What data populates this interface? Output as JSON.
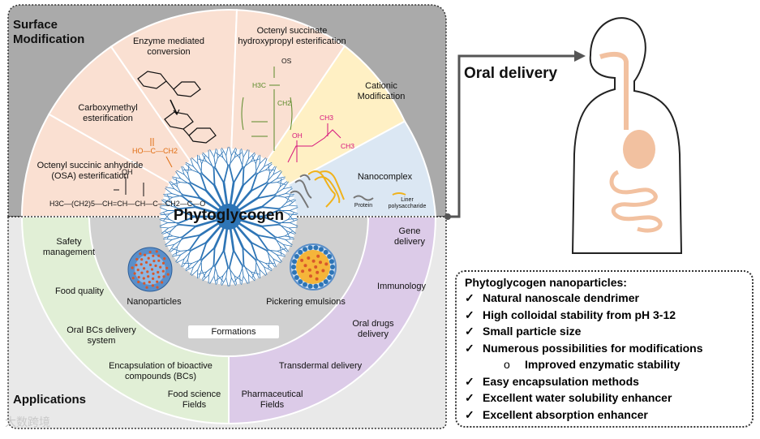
{
  "center_label": "Phytoglycogen",
  "surface": {
    "title_line1": "Surface",
    "title_line2": "Modification",
    "segments": {
      "osa": [
        "Octenyl succinic anhydride",
        "(OSA) esterification"
      ],
      "carboxymethyl": [
        "Carboxymethyl",
        "esterification"
      ],
      "enzyme": [
        "Enzyme mediated",
        "conversion"
      ],
      "hydroxypropyl": [
        "Octenyl succinate",
        "hydroxypropyl esterification"
      ],
      "cationic": [
        "Cationic",
        "Modification"
      ],
      "nanocomplex": "Nanocomplex"
    },
    "nanocomplex_legend": {
      "protein": "Protein",
      "liner_line1": "Liner",
      "liner_line2": "polysaccharide"
    }
  },
  "chem": {
    "osa_formula": "H3C—(CH2)5—CH=CH—CH—C—CH2—C—O",
    "osa_oh": "OH",
    "carboxy": "HO—C—CH2",
    "cationic_oh": "OH",
    "cationic_ch3_top": "CH3",
    "cationic_ch3_bot": "CH3",
    "hp_os": "OS",
    "hp_h3c": "H3C",
    "hp_ch2": "CH2"
  },
  "applications": {
    "title": "Applications",
    "food": {
      "items": [
        [
          "Safety",
          "management"
        ],
        [
          "Food quality"
        ],
        [
          "Oral BCs delivery",
          "system"
        ],
        [
          "Encapsulation of bioactive",
          "compounds (BCs)"
        ]
      ],
      "field": [
        "Food science",
        "Fields"
      ]
    },
    "pharma": {
      "items": [
        [
          "Gene",
          "delivery"
        ],
        [
          "Immunology"
        ],
        [
          "Oral drugs",
          "delivery"
        ],
        [
          "Transdermal delivery"
        ]
      ],
      "field": [
        "Pharmaceutical",
        "Fields"
      ]
    },
    "formations": {
      "title": "Formations",
      "nanoparticles": "Nanoparticles",
      "pickering": "Pickering emulsions"
    }
  },
  "oral_delivery": "Oral delivery",
  "features": {
    "heading": "Phytoglycogen nanoparticles:",
    "check": "✓",
    "bullet": "o",
    "items": [
      "Natural nanoscale dendrimer",
      "High colloidal stability from pH 3-12",
      "Small particle size",
      "Numerous possibilities for modifications",
      "Easy encapsulation methods",
      "Excellent water solubility enhancer",
      "Excellent absorption enhancer"
    ],
    "sub_item": "Improved enzymatic stability"
  },
  "watermark": "大数跨境",
  "colors": {
    "surface_bg": "#aaaaaa",
    "applications_bg": "#e9e9e9",
    "peach": "#fae0d2",
    "yellow": "#fff0c4",
    "blue": "#dbe7f3",
    "green": "#e1efd6",
    "purple": "#dccbe8",
    "inner_gray": "#d0d0d0",
    "dendrimer": "#2e75b6",
    "orange_chem": "#e06c10",
    "green_chem": "#5a8a28",
    "pink_chem": "#d6147c",
    "organ": "#f2c1a0"
  }
}
